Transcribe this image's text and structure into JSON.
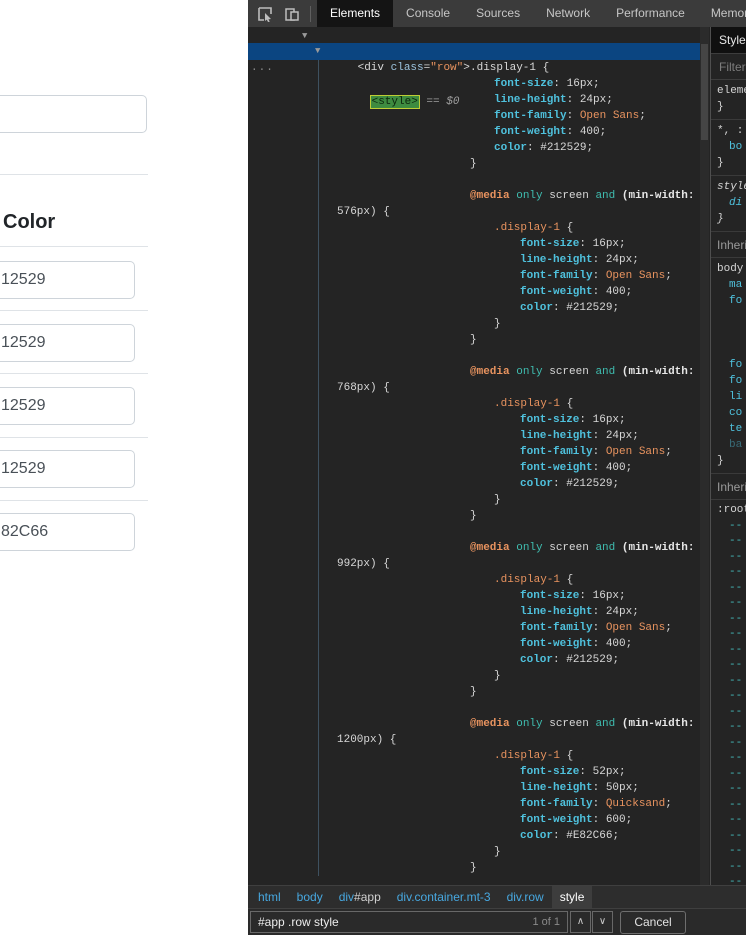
{
  "page": {
    "heading": "Color",
    "top_input_value": "",
    "color_inputs": [
      "12529",
      "12529",
      "12529",
      "12529",
      "82C66"
    ]
  },
  "devtools": {
    "tabs": [
      {
        "label": "Elements",
        "active": true
      },
      {
        "label": "Console",
        "active": false
      },
      {
        "label": "Sources",
        "active": false
      },
      {
        "label": "Network",
        "active": false
      },
      {
        "label": "Performance",
        "active": false
      },
      {
        "label": "Memory",
        "active": false
      }
    ],
    "tree": {
      "parent": {
        "open": "<div ",
        "attr": "class",
        "eq": "=",
        "value": "\"row\"",
        "close": ">"
      },
      "selected": {
        "ellipsis": "...",
        "match": "<style>",
        "suffix": " == $0"
      }
    },
    "style_source": {
      "selector": ".display-1",
      "base_props": [
        [
          "font-size",
          "16px"
        ],
        [
          "line-height",
          "24px"
        ],
        [
          "font-family",
          "Open Sans"
        ],
        [
          "font-weight",
          "400"
        ],
        [
          "color",
          "#212529"
        ]
      ],
      "media": {
        "at": "@media",
        "only": "only",
        "screen": "screen",
        "and": "and",
        "feature": "(min-width:"
      },
      "media_blocks": [
        {
          "breakpoint": "576px) {",
          "props": [
            [
              "font-size",
              "16px"
            ],
            [
              "line-height",
              "24px"
            ],
            [
              "font-family",
              "Open Sans"
            ],
            [
              "font-weight",
              "400"
            ],
            [
              "color",
              "#212529"
            ]
          ]
        },
        {
          "breakpoint": "768px) {",
          "props": [
            [
              "font-size",
              "16px"
            ],
            [
              "line-height",
              "24px"
            ],
            [
              "font-family",
              "Open Sans"
            ],
            [
              "font-weight",
              "400"
            ],
            [
              "color",
              "#212529"
            ]
          ]
        },
        {
          "breakpoint": "992px) {",
          "props": [
            [
              "font-size",
              "16px"
            ],
            [
              "line-height",
              "24px"
            ],
            [
              "font-family",
              "Open Sans"
            ],
            [
              "font-weight",
              "400"
            ],
            [
              "color",
              "#212529"
            ]
          ]
        },
        {
          "breakpoint": "1200px) {",
          "props": [
            [
              "font-size",
              "52px"
            ],
            [
              "line-height",
              "50px"
            ],
            [
              "font-family",
              "Quicksand"
            ],
            [
              "font-weight",
              "600"
            ],
            [
              "color",
              "#E82C66"
            ]
          ]
        }
      ]
    },
    "styles_pane": {
      "tab_label": "Styles",
      "filter_placeholder": "Filter",
      "sections": [
        {
          "lines": [
            {
              "t": "eleme"
            },
            {
              "t": "}"
            }
          ]
        },
        {
          "lines": [
            {
              "t": "*, ::"
            },
            {
              "t": "bo",
              "c": "prop",
              "ind": 1
            },
            {
              "t": "}"
            }
          ]
        },
        {
          "lines": [
            {
              "t": "style",
              "i": true
            },
            {
              "t": "di",
              "c": "prop",
              "i": true,
              "ind": 1
            },
            {
              "t": "}",
              "i": true
            }
          ]
        },
        {
          "header": "Inheri"
        },
        {
          "lines": [
            {
              "t": "body"
            },
            {
              "t": "ma",
              "c": "prop",
              "ind": 1
            },
            {
              "t": "fo",
              "c": "prop",
              "ind": 1
            },
            {
              "t": ""
            },
            {
              "t": ""
            },
            {
              "t": ""
            },
            {
              "t": "fo",
              "c": "prop",
              "ind": 1
            },
            {
              "t": "fo",
              "c": "prop",
              "ind": 1
            },
            {
              "t": "li",
              "c": "prop",
              "ind": 1
            },
            {
              "t": "co",
              "c": "prop",
              "ind": 1
            },
            {
              "t": "te",
              "c": "prop",
              "ind": 1
            },
            {
              "t": "ba",
              "c": "propdim",
              "ind": 1
            },
            {
              "t": "}"
            }
          ]
        },
        {
          "header": "Inheri"
        },
        {
          "vars": true,
          "lines": [
            {
              "t": ":root"
            },
            {
              "t": "--",
              "c": "vars",
              "ind": 1,
              "repeat": 24
            }
          ]
        }
      ]
    },
    "breadcrumbs": [
      {
        "segments": [
          {
            "t": "html",
            "c": "blue"
          }
        ],
        "selected": false
      },
      {
        "segments": [
          {
            "t": "body",
            "c": "blue"
          }
        ],
        "selected": false
      },
      {
        "segments": [
          {
            "t": "div",
            "c": "blue"
          },
          {
            "t": "#app",
            "c": "grey"
          }
        ],
        "selected": false
      },
      {
        "segments": [
          {
            "t": "div.container.mt-3",
            "c": "blue"
          }
        ],
        "selected": false
      },
      {
        "segments": [
          {
            "t": "div.row",
            "c": "blue"
          }
        ],
        "selected": false
      },
      {
        "segments": [
          {
            "t": "style",
            "c": "white"
          }
        ],
        "selected": true
      }
    ],
    "find_bar": {
      "query": "#app .row style",
      "matches": "1 of 1",
      "prev": "∧",
      "next": "∨",
      "cancel": "Cancel"
    }
  },
  "colors": {
    "selection_blue": "#0b4581",
    "match_green": "#3e8b40",
    "accent_orange": "#e8935f",
    "property_cyan": "#4fc1dd",
    "crumb_blue": "#47a8e0",
    "page_text": "#495057"
  }
}
